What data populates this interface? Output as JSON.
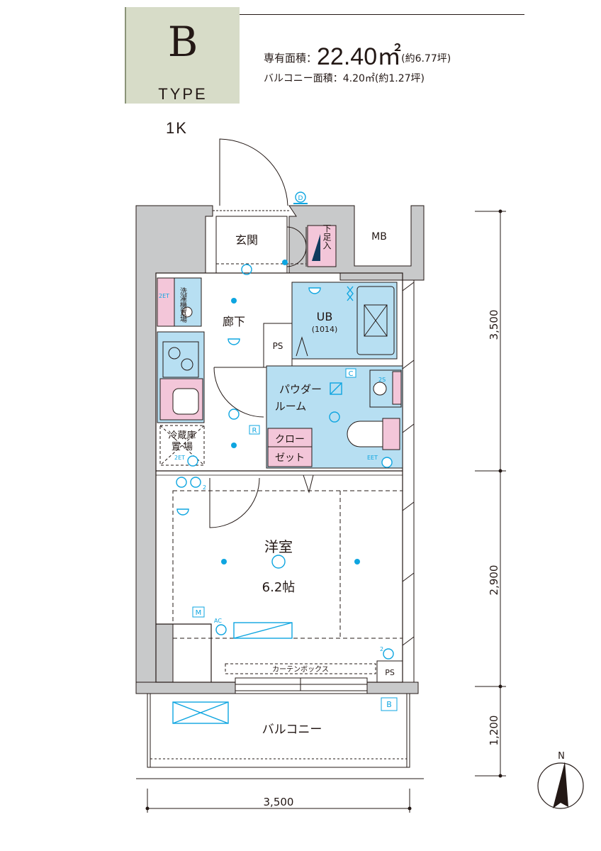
{
  "header": {
    "type_letter": "B",
    "type_word": "TYPE",
    "layout": "1K",
    "exclusive_area_label": "専有面積：",
    "exclusive_area_value": "22.40㎡",
    "exclusive_area_tsubo": "(約6.77坪)",
    "balcony_area": "バルコニー面積：4.20㎡(約1.27坪)"
  },
  "rooms": {
    "entrance": "玄関",
    "shoe_box": "下足入",
    "mb": "MB",
    "washer": "洗濯機置場",
    "hallway": "廊下",
    "ub": "UB",
    "ub_size": "(1014)",
    "ps_upper": "PS",
    "powder_room_1": "パウダー",
    "powder_room_2": "ルーム",
    "closet_1": "クロー",
    "closet_2": "ゼット",
    "fridge_1": "冷蔵庫",
    "fridge_2": "置 場",
    "western_room": "洋室",
    "western_room_size": "6.2帖",
    "curtain_box": "カーテンボックス",
    "ps_lower": "PS",
    "balcony": "バルコニー"
  },
  "symbols": {
    "d": "D",
    "c": "C",
    "r": "R",
    "m": "M",
    "b": "B",
    "ac": "AC",
    "two_et_1": "2ET",
    "two_et_2": "2ET",
    "eet": "EET",
    "two_s": "2S",
    "two_1": "2",
    "two_2": "2"
  },
  "dimensions": {
    "v1": "3,500",
    "v2": "2,900",
    "v3": "1,200",
    "h1": "3,500"
  },
  "compass": {
    "label": "N"
  },
  "colors": {
    "wall": "#c8c9ca",
    "water_blue": "#b7dff2",
    "pink": "#f3c6d9",
    "header_green": "#d7dcc8",
    "cyan": "#0ea5e0"
  }
}
